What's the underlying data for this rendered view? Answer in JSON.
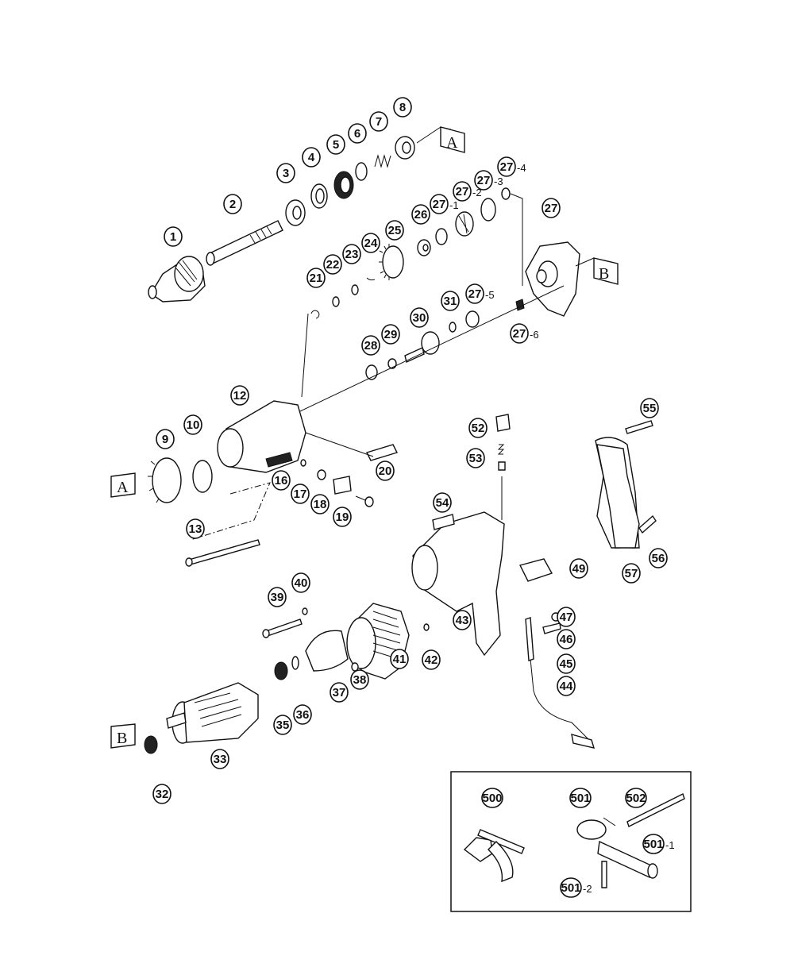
{
  "labels": [
    {
      "text": "1",
      "sub": ""
    },
    {
      "text": "2",
      "sub": ""
    },
    {
      "text": "3",
      "sub": ""
    },
    {
      "text": "4",
      "sub": ""
    },
    {
      "text": "5",
      "sub": ""
    },
    {
      "text": "6",
      "sub": ""
    },
    {
      "text": "7",
      "sub": ""
    },
    {
      "text": "8",
      "sub": ""
    },
    {
      "text": "9",
      "sub": ""
    },
    {
      "text": "10",
      "sub": ""
    },
    {
      "text": "12",
      "sub": ""
    },
    {
      "text": "13",
      "sub": ""
    },
    {
      "text": "16",
      "sub": ""
    },
    {
      "text": "17",
      "sub": ""
    },
    {
      "text": "18",
      "sub": ""
    },
    {
      "text": "19",
      "sub": ""
    },
    {
      "text": "20",
      "sub": ""
    },
    {
      "text": "21",
      "sub": ""
    },
    {
      "text": "22",
      "sub": ""
    },
    {
      "text": "23",
      "sub": ""
    },
    {
      "text": "24",
      "sub": ""
    },
    {
      "text": "25",
      "sub": ""
    },
    {
      "text": "26",
      "sub": ""
    },
    {
      "text": "27",
      "sub": "-1"
    },
    {
      "text": "27",
      "sub": "-2"
    },
    {
      "text": "27",
      "sub": "-3"
    },
    {
      "text": "27",
      "sub": "-4"
    },
    {
      "text": "27",
      "sub": ""
    },
    {
      "text": "27",
      "sub": "-5"
    },
    {
      "text": "27",
      "sub": "-6"
    },
    {
      "text": "28",
      "sub": ""
    },
    {
      "text": "29",
      "sub": ""
    },
    {
      "text": "30",
      "sub": ""
    },
    {
      "text": "31",
      "sub": ""
    },
    {
      "text": "32",
      "sub": ""
    },
    {
      "text": "33",
      "sub": ""
    },
    {
      "text": "35",
      "sub": ""
    },
    {
      "text": "36",
      "sub": ""
    },
    {
      "text": "37",
      "sub": ""
    },
    {
      "text": "38",
      "sub": ""
    },
    {
      "text": "39",
      "sub": ""
    },
    {
      "text": "40",
      "sub": ""
    },
    {
      "text": "41",
      "sub": ""
    },
    {
      "text": "42",
      "sub": ""
    },
    {
      "text": "43",
      "sub": ""
    },
    {
      "text": "44",
      "sub": ""
    },
    {
      "text": "45",
      "sub": ""
    },
    {
      "text": "46",
      "sub": ""
    },
    {
      "text": "47",
      "sub": ""
    },
    {
      "text": "49",
      "sub": ""
    },
    {
      "text": "52",
      "sub": ""
    },
    {
      "text": "53",
      "sub": ""
    },
    {
      "text": "54",
      "sub": ""
    },
    {
      "text": "55",
      "sub": ""
    },
    {
      "text": "56",
      "sub": ""
    },
    {
      "text": "57",
      "sub": ""
    },
    {
      "text": "500",
      "sub": ""
    },
    {
      "text": "501",
      "sub": ""
    },
    {
      "text": "502",
      "sub": ""
    },
    {
      "text": "501",
      "sub": "-1"
    },
    {
      "text": "501",
      "sub": "-2"
    }
  ],
  "boxes": {
    "a1": "A",
    "a2": "A",
    "b1": "B",
    "b2": "B"
  }
}
